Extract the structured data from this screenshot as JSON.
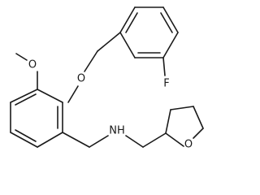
{
  "molecule": {
    "atoms": {
      "fluorine": "F",
      "ether_oxygen": "O",
      "methoxy_oxygen": "O",
      "amine": "NH",
      "ring_oxygen": "O"
    }
  }
}
